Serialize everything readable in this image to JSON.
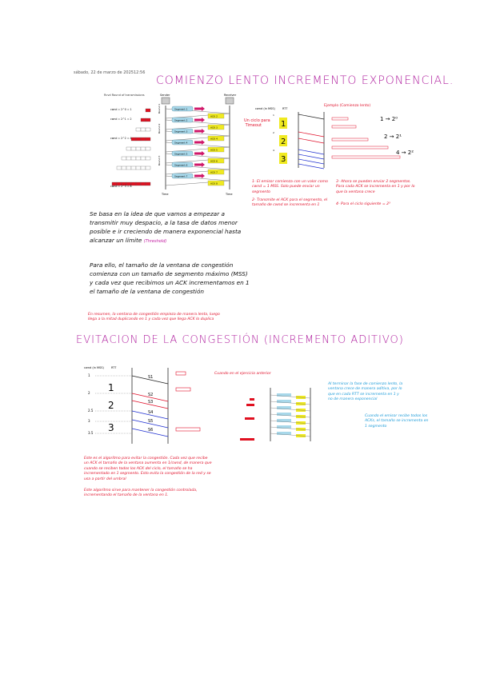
{
  "header": {
    "date": "sábado, 22 de marzo de 2025",
    "time": "12:56"
  },
  "section1": {
    "title": "COMIENZO LENTO INCREMENTO EXPONENCIAL.",
    "diagram1": {
      "header": "Rcvd Round of transmissions",
      "sender": "Sender",
      "receiver": "Receiver",
      "time": "Time",
      "cwnd_labels": [
        "cwnd = 2^0 = 1",
        "cwnd = 2^1 = 2",
        "cwnd = 2^2 = 4",
        "cwnd = 2^3 = 8"
      ],
      "rounds": [
        "Round 1",
        "Round 2",
        "Round 3"
      ],
      "segments": [
        "Segment 1",
        "Segment 2",
        "Segment 3",
        "Segment 4",
        "Segment 5",
        "Segment 6",
        "Segment 7"
      ],
      "acks": [
        "ACK 2",
        "ACK 3",
        "ACK 4",
        "ACK 5",
        "ACK 6",
        "ACK 7",
        "ACK 8"
      ]
    },
    "diagram2": {
      "cwnd_header": "cwnd (in MSS)",
      "rtt_header": "RTT",
      "cwnd_values": [
        "1",
        "2",
        "4"
      ],
      "rtt_values": [
        "1",
        "2",
        "3"
      ],
      "side_note": "Un ciclo para Timeout",
      "example_title": "Ejemplo (Comienzo lento)",
      "formulas": [
        "1 → 2⁰",
        "2 → 2¹",
        "4 → 2²"
      ]
    },
    "notes_red": [
      "1- El emisor comienza con un valor como cwnd = 1 MSS. Solo puede enviar un segmento",
      "2- Transmite el ACK para el segmento, el tamaño de cwnd se incrementa en 1",
      "3- Ahora se pueden enviar 2 segmentos. Para cada ACK se incrementa en 1 y por lo que la ventana crece",
      "4- Para el ciclo siguiente = 2³"
    ],
    "paragraph1": "Se basa en la idea de que vamos a empezar a transmitir muy despacio, a la tasa de datos menor posible e ir creciendo de manera exponencial hasta alcanzar un límite",
    "threshold": "(Threshold)",
    "paragraph2": "Para ello, el tamaño de la ventana de congestión comienza con un tamaño de segmento máximo (MSS) y cada vez que recibimos un ACK incrementamos en 1 el tamaño de la ventana de congestión",
    "summary": "En resumen, la ventana de congestión empieza de manera lenta, luego llega a la mitad duplicando en 1 y cada vez que llega ACK lo duplica"
  },
  "section2": {
    "title": "EVITACION DE LA CONGESTIÓN (INCREMENTO ADITIVO)",
    "diagram3": {
      "cwnd_header": "cwnd (in MSS)",
      "rtt_header": "RTT",
      "cwnd_values": [
        "1",
        "2",
        "2.5",
        "3",
        "3.5"
      ],
      "rtt_values": [
        "1",
        "2",
        "3"
      ],
      "segments": [
        "S1",
        "S2",
        "S3",
        "S4",
        "S5",
        "S6"
      ]
    },
    "example_title": "Cuando en el ejercicio anterior",
    "blue_note1": "Al terminar la fase de comienzo lento, la ventana crece de manera aditiva, por lo que en cada RTT se incrementa en 1 y no de manera exponencial",
    "blue_note2": "Cuando el emisor recibe todos los ACKs, el tamaño se incrementa en 1 segmento",
    "red_note1": "Este es el algoritmo para evitar la congestión. Cada vez que recibe un ACK el tamaño de la ventana aumenta en 1/cwnd, de manera que cuando se reciben todos los ACK del ciclo, el tamaño se ha incrementado en 1 segmento. Esto evita la congestión de la red y se usa a partir del umbral",
    "red_note2": "Este algoritmo sirve para mantener la congestión controlada, incrementando el tamaño de la ventana en 1."
  },
  "colors": {
    "title": "#b0209f",
    "red_note": "#e0102a",
    "blue_note": "#1a9ad8",
    "segment": "#a8d8ea",
    "ack": "#f0ea20"
  }
}
